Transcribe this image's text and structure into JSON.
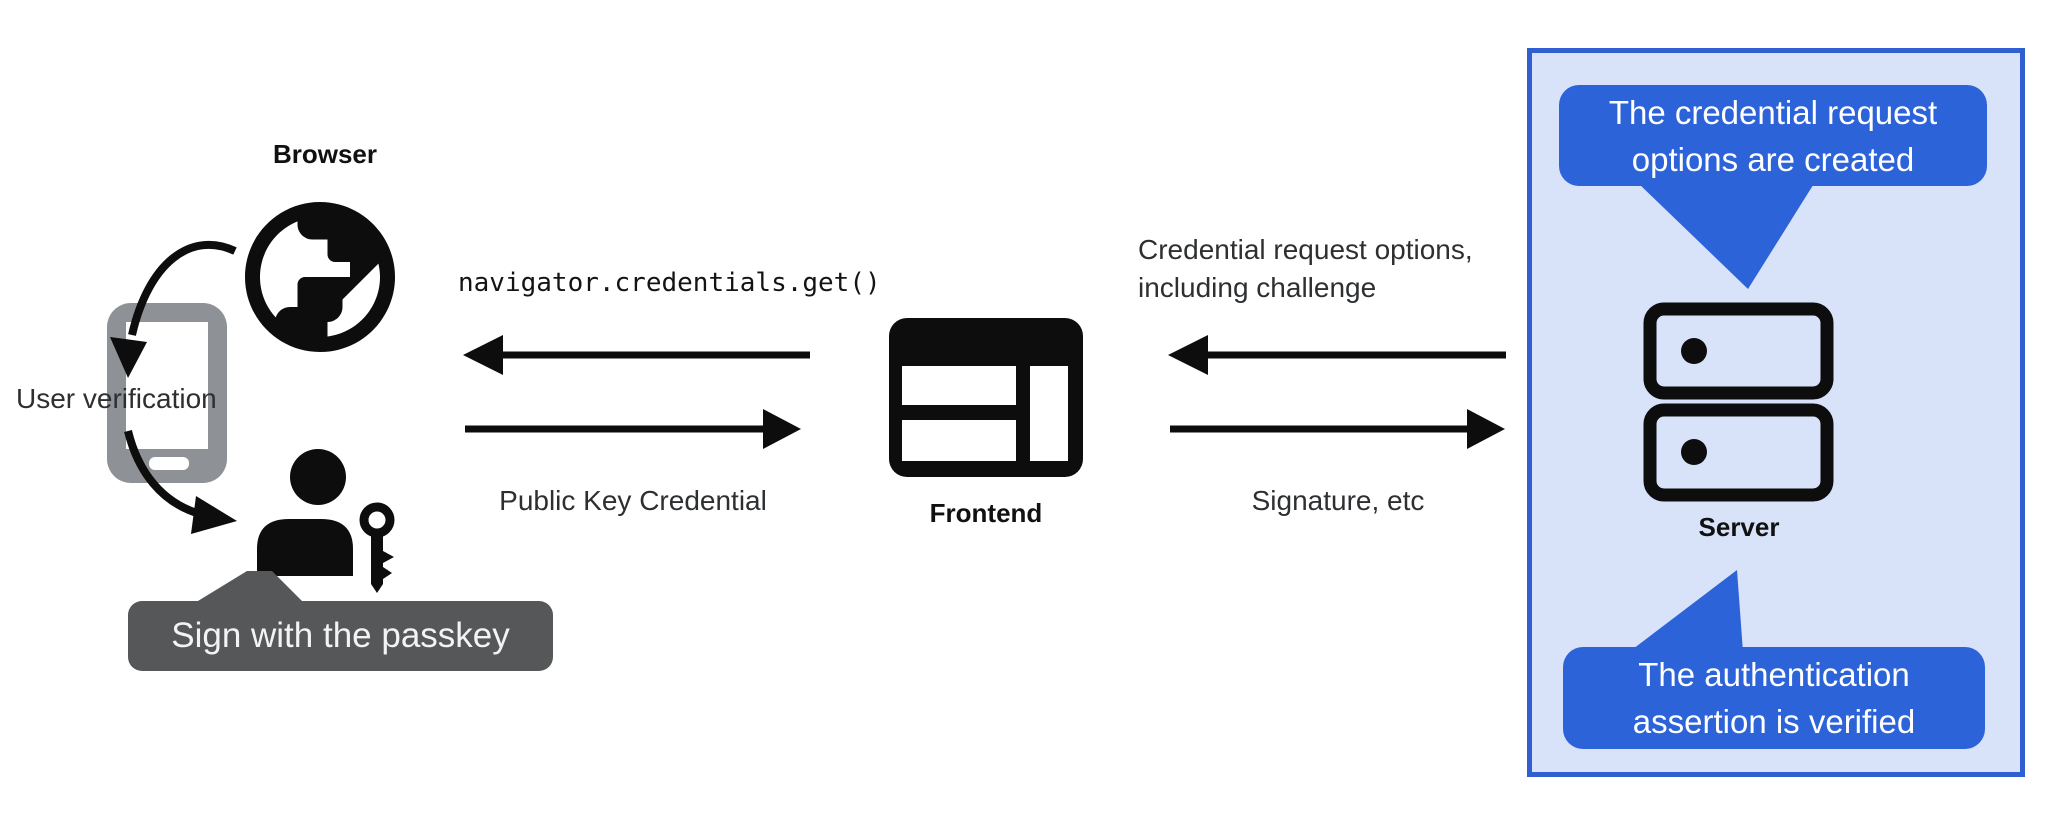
{
  "nodes": {
    "browser": {
      "label": "Browser"
    },
    "user_verification": {
      "label": "User verification"
    },
    "passkey_prompt": {
      "label": "Sign with the passkey"
    },
    "frontend": {
      "label": "Frontend"
    },
    "server": {
      "label": "Server"
    }
  },
  "flows": {
    "frontend_to_browser": {
      "label": "navigator.credentials.get()"
    },
    "browser_to_frontend": {
      "label": "Public Key Credential"
    },
    "server_to_frontend": {
      "lines": [
        "Credential request options,",
        "including challenge"
      ]
    },
    "frontend_to_server": {
      "label": "Signature, etc"
    }
  },
  "server_panel": {
    "bubble_top": {
      "lines": [
        "The credential request",
        "options are created"
      ]
    },
    "bubble_bottom": {
      "lines": [
        "The authentication",
        "assertion is verified"
      ]
    }
  },
  "icons": {
    "browser": "globe-icon",
    "user_device": "smartphone-icon",
    "user": "person-with-key-icon",
    "frontend": "browser-window-icon",
    "server": "server-stack-icon"
  },
  "colors": {
    "bubble_blue": "#2d63d8",
    "panel_bg": "#d8e3f9",
    "panel_border": "#2f5fd0",
    "tooltip_bg": "#565759",
    "phone_gray": "#8e9196",
    "ink": "#0d0d0d",
    "text_dark": "#2d2f31"
  }
}
